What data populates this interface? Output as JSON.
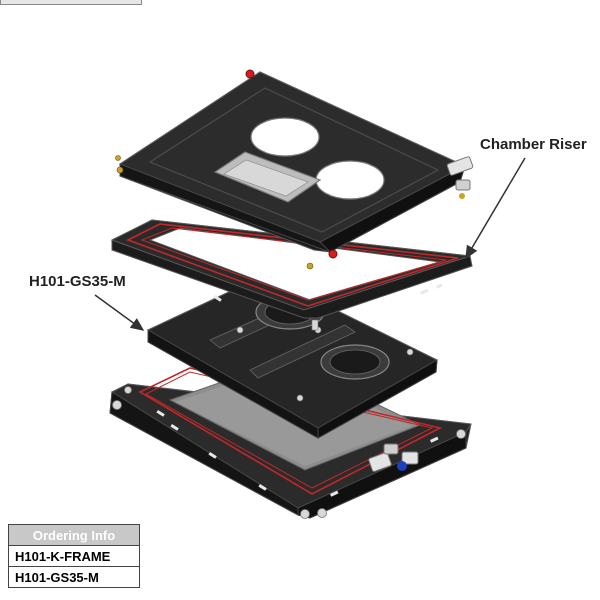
{
  "callouts": {
    "chamber_riser": "Chamber Riser",
    "gs35": "H101-GS35-M"
  },
  "ordering": {
    "header": "Ordering Info",
    "items": [
      "H101-K-FRAME",
      "H101-GS35-M"
    ]
  },
  "colors": {
    "part_body": "#1e1e1e",
    "part_edge": "#4a4a4a",
    "gasket": "#c0282a",
    "glass": "#9a9a9a",
    "accent_red": "#d41e1e",
    "accent_blue": "#1f3fbf"
  }
}
